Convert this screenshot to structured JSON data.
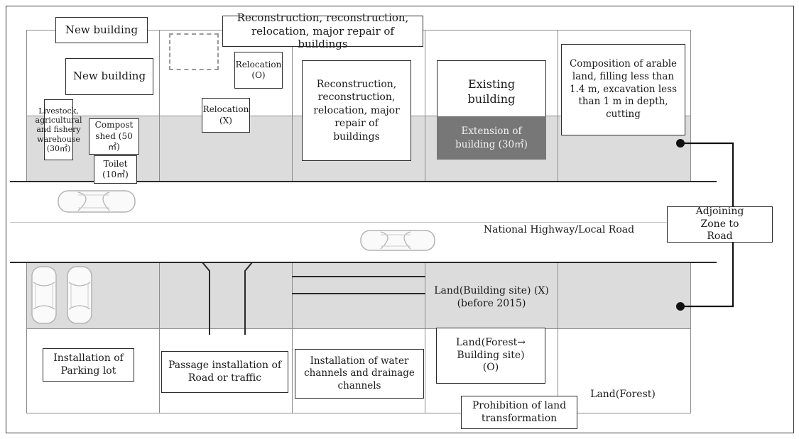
{
  "labels": {
    "top_new_building": "New building",
    "reconstruction_title": "Reconstruction, reconstruction, relocation, major repair of buildings",
    "new_building_inner": "New building",
    "livestock": "Livestock, agricultural and fishery warehouse (30㎡)",
    "compost": "Compost shed (50㎡)",
    "toilet": "Toilet (10㎡)",
    "relocation_o": "Relocation (O)",
    "relocation_x": "Relocation (X)",
    "reconstruction_center": "Reconstruction, reconstruction, relocation, major repair of buildings",
    "existing_building": "Existing building",
    "extension": "Extension of building (30㎡)",
    "arable": "Composition of arable land, filling less than 1.4 m, excavation less than 1 m in depth, cutting",
    "road": "National Highway/Local Road",
    "adjoining_zone": "Adjoining Zone to Road",
    "building_site_x": "Land(Building site) (X) (before 2015)",
    "parking": "Installation of Parking lot",
    "passage": "Passage installation of Road or traffic",
    "water_channels": "Installation of water channels and drainage channels",
    "forest_to_building": "Land(Forest→ Building site) (O)",
    "forest": "Land(Forest)",
    "prohibition": "Prohibition of land transformation"
  }
}
